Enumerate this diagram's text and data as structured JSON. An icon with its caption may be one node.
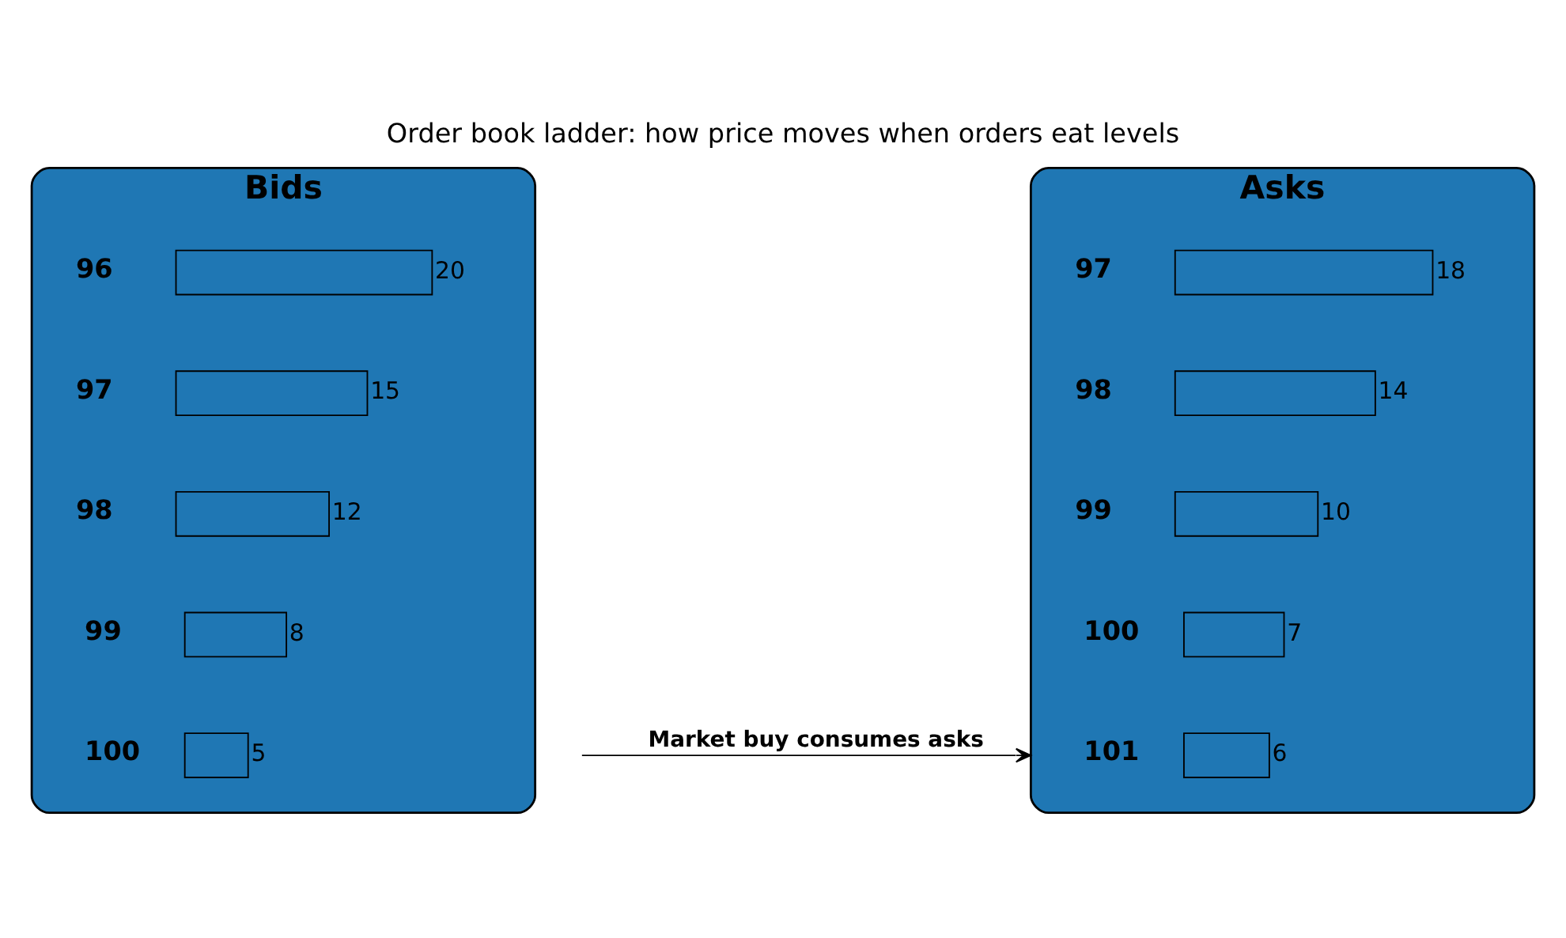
{
  "diagram": {
    "title": "Order book ladder: how price moves when orders eat levels",
    "nodes": [
      {
        "text": [
          "Bids"
        ]
      },
      {
        "text": [],
        "shape": "bar",
        "in": 0,
        "beside": [
          "100",
          "5"
        ]
      },
      {
        "text": [],
        "shape": "bar",
        "in": 0,
        "beside": [
          "99",
          "8"
        ]
      },
      {
        "text": [],
        "shape": "bar",
        "in": 0,
        "beside": [
          "98",
          "12"
        ]
      },
      {
        "text": [],
        "shape": "bar",
        "in": 0,
        "beside": [
          "97",
          "15"
        ]
      },
      {
        "text": [],
        "shape": "bar",
        "in": 0,
        "beside": [
          "96",
          "20"
        ]
      },
      {
        "text": [
          "Asks"
        ]
      },
      {
        "text": [],
        "shape": "bar",
        "in": 6,
        "beside": [
          "101",
          "6"
        ]
      },
      {
        "text": [],
        "shape": "bar",
        "in": 6,
        "beside": [
          "100",
          "7"
        ]
      },
      {
        "text": [],
        "shape": "bar",
        "in": 6,
        "beside": [
          "99",
          "10"
        ]
      },
      {
        "text": [],
        "shape": "bar",
        "in": 6,
        "beside": [
          "98",
          "14"
        ]
      },
      {
        "text": [],
        "shape": "bar",
        "in": 6,
        "beside": [
          "97",
          "18"
        ]
      }
    ],
    "edges": [
      {
        "from": null,
        "to": 6,
        "arrow": "to",
        "label": "Market buy consumes asks"
      }
    ]
  }
}
